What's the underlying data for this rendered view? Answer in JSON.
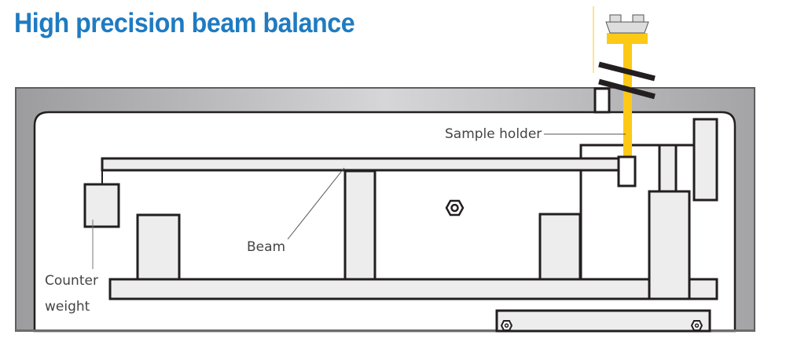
{
  "title": "High precision beam balance",
  "labels": {
    "sample_holder": "Sample holder",
    "beam": "Beam",
    "counter_line1": "Counter",
    "counter_line2": "weight"
  },
  "colors": {
    "title": "#1f7bc1",
    "rod": "#fcc917",
    "frame": "#a7a7a9",
    "part_fill": "#ededed",
    "outline": "#231f20"
  }
}
